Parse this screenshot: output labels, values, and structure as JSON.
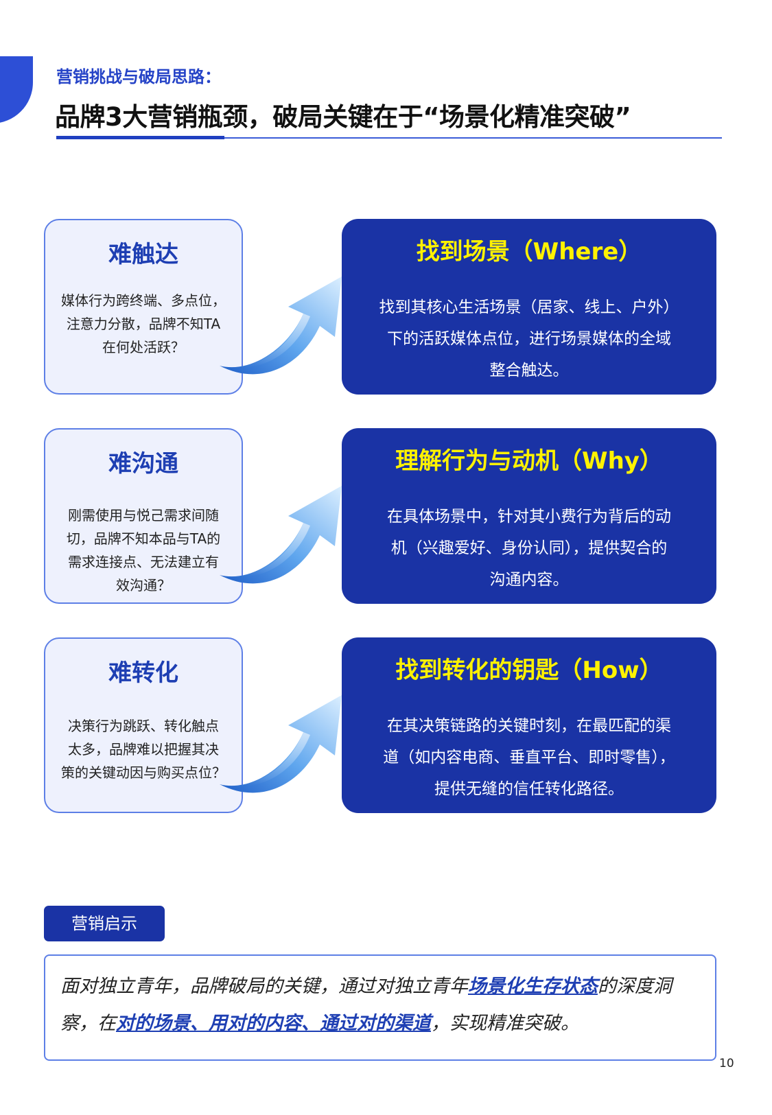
{
  "header": {
    "subtitle": "营销挑战与破局思路：",
    "title": "品牌3大营销瓶颈，破局关键在于“场景化精准突破”"
  },
  "rows": [
    {
      "challenge_title": "难触达",
      "challenge_lines": [
        "媒体行为跨终端、多点位，",
        "注意力分散，品牌不知TA",
        "在何处活跃？"
      ],
      "solution_title": "找到场景（Where）",
      "solution_lines": [
        "找到其核心生活场景（居家、线上、户外）",
        "下的活跃媒体点位，进行场景媒体的全域",
        "整合触达。"
      ]
    },
    {
      "challenge_title": "难沟通",
      "challenge_lines": [
        "刚需使用与悦己需求间随",
        "切，品牌不知本品与TA的",
        "需求连接点、无法建立有",
        "效沟通？"
      ],
      "solution_title": "理解行为与动机（Why）",
      "solution_lines": [
        "在具体场景中，针对其小费行为背后的动",
        "机（兴趣爱好、身份认同），提供契合的",
        "沟通内容。"
      ]
    },
    {
      "challenge_title": "难转化",
      "challenge_lines": [
        "决策行为跳跃、转化触点",
        "太多，品牌难以把握其决",
        "策的关键动因与购买点位？"
      ],
      "solution_title": "找到转化的钥匙（How）",
      "solution_lines": [
        "在其决策链路的关键时刻，在最匹配的渠",
        "道（如内容电商、垂直平台、即时零售），",
        "提供无缝的信任转化路径。"
      ]
    }
  ],
  "insight": {
    "tag": "营销启示",
    "part1": "面对独立青年，品牌破局的关键，通过对独立青年",
    "highlight1": "场景化生存状态",
    "part2": "的深度洞察，在",
    "highlight2": "对的场景、用对的内容、通过对的渠道",
    "part3": "，实现精准突破。"
  },
  "page_number": "10",
  "colors": {
    "accent": "#1a33a5",
    "title_yellow": "#fff200",
    "border_blue": "#5d7fe6"
  }
}
